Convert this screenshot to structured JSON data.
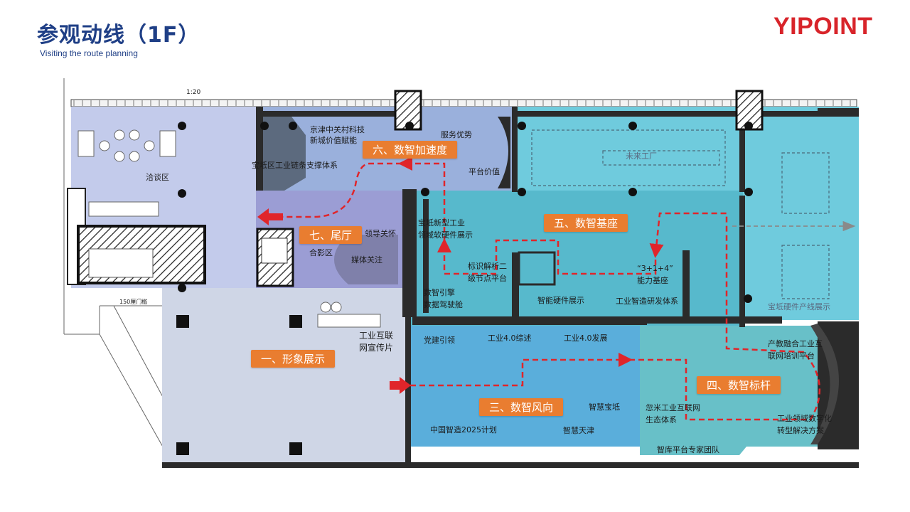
{
  "header": {
    "title": "参观动线（1F）",
    "subtitle": "Visiting the route planning",
    "logo": "YIPOINT"
  },
  "colors": {
    "title": "#1f3f86",
    "logo": "#d8242a",
    "label_bg": "#e97d30",
    "route": "#e0252a"
  },
  "zones": {
    "z1": "一、形象展示",
    "z3": "三、数智风向",
    "z4": "四、数智标杆",
    "z5": "五、数智基座",
    "z6": "六、数智加速度",
    "z7": "七、尾厅"
  },
  "plan_texts": {
    "scale_mark": "1:20",
    "negotiation": "洽谈区",
    "jingjin_1": "京津中关村科技",
    "jingjin_2": "新城价值赋能",
    "service": "服务优势",
    "platform_value": "平台价值",
    "chain_system": "宝坻区工业链条支撑体系",
    "future_factory": "未来工厂",
    "leaders": "领导关怀",
    "group_photo": "合影区",
    "media": "媒体关注",
    "software_1": "宝坻新型工业",
    "software_2": "领域软硬件展示",
    "id_node_1": "标识解析二",
    "id_node_2": "级节点平台",
    "engine_1": "数智引擎",
    "engine_2": "数据驾驶舱",
    "hardware": "智能硬件展示",
    "rd_system": "工业智造研发体系",
    "base_1": "“3+1+4”",
    "base_2": "能力基座",
    "industry_line": "宝坻硬件产线展示",
    "promo_1": "工业互联",
    "promo_2": "网宣传片",
    "party": "党建引领",
    "industry40_summary": "工业4.0综述",
    "industry40_dev": "工业4.0发展",
    "smart_baodi": "智慧宝坻",
    "china2025": "中国智造2025计划",
    "smart_tianjin": "智慧天津",
    "training_1": "产教融合工业互",
    "training_2": "联网培训平台",
    "humi_1": "忽米工业互联网",
    "humi_2": "生态体系",
    "solution_1": "工业领域数字化",
    "solution_2": "转型解决方案",
    "expert_team": "智库平台专家团队",
    "stair_label": "150厘门槛"
  }
}
